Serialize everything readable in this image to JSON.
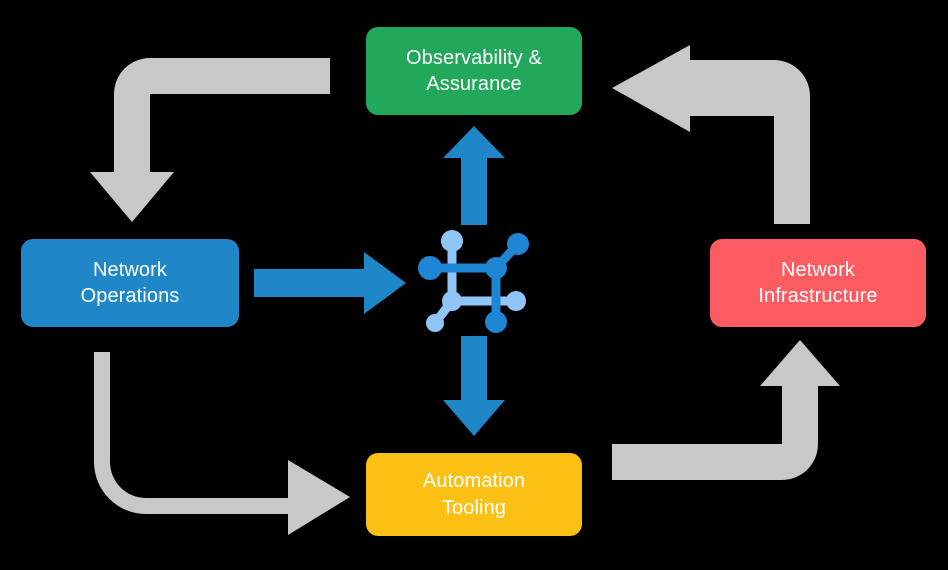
{
  "diagram": {
    "title": "Network operations lifecycle cycle diagram",
    "background_color": "#000000",
    "center_icon": {
      "name": "network-topology-icon",
      "primary_color": "#1f86d4",
      "secondary_color": "#90c6f7"
    },
    "nodes": [
      {
        "id": "observability",
        "label": "Observability &\nAssurance",
        "color": "#22a85a",
        "text_color": "#ffffff",
        "position": "top"
      },
      {
        "id": "network-operations",
        "label": "Network\nOperations",
        "color": "#1f86c8",
        "text_color": "#ffffff",
        "position": "left"
      },
      {
        "id": "network-infrastructure",
        "label": "Network\nInfrastructure",
        "color": "#fc5c61",
        "text_color": "#ffffff",
        "position": "right"
      },
      {
        "id": "automation-tooling",
        "label": "Automation\nTooling",
        "color": "#fcbf13",
        "text_color": "#ffffff",
        "position": "bottom"
      }
    ],
    "connectors": [
      {
        "id": "ops-to-center",
        "from": "network-operations",
        "to": "center-icon",
        "style": "straight",
        "direction": "right",
        "color": "#1f86c8"
      },
      {
        "id": "center-to-observability",
        "from": "center-icon",
        "to": "observability",
        "style": "straight",
        "direction": "up",
        "color": "#1f86c8"
      },
      {
        "id": "center-to-automation",
        "from": "center-icon",
        "to": "automation-tooling",
        "style": "straight",
        "direction": "down",
        "color": "#1f86c8"
      },
      {
        "id": "observability-to-ops",
        "from": "observability",
        "to": "network-operations",
        "style": "elbow",
        "direction": "left-then-down",
        "color": "#c8c8c8"
      },
      {
        "id": "ops-to-automation",
        "from": "network-operations",
        "to": "automation-tooling",
        "style": "elbow",
        "direction": "down-then-right",
        "color": "#c8c8c8"
      },
      {
        "id": "automation-to-infrastructure",
        "from": "automation-tooling",
        "to": "network-infrastructure",
        "style": "elbow",
        "direction": "right-then-up",
        "color": "#c8c8c8"
      },
      {
        "id": "infrastructure-to-observability",
        "from": "network-infrastructure",
        "to": "observability",
        "style": "elbow",
        "direction": "up-then-left",
        "color": "#c8c8c8"
      }
    ]
  }
}
